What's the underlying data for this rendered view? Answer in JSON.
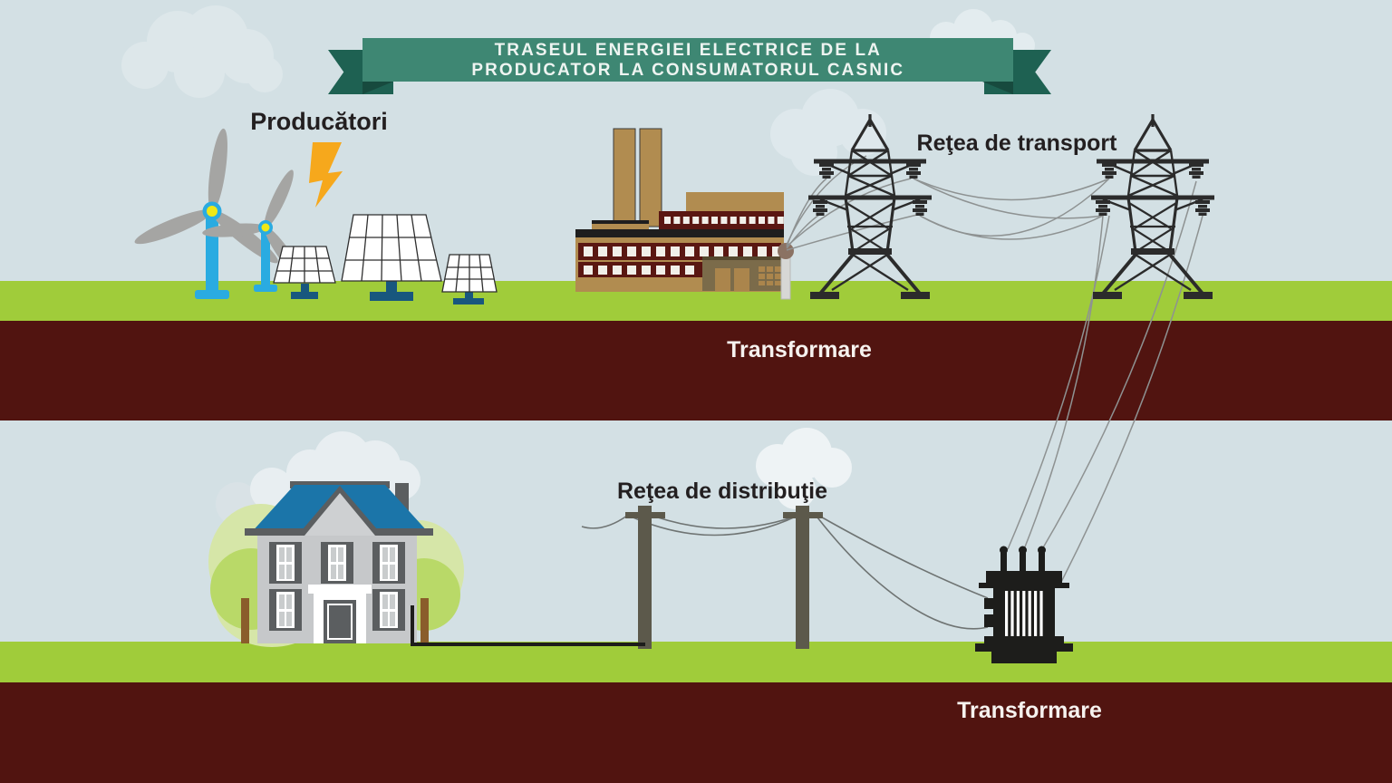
{
  "banner": {
    "line1": "TRASEUL ENERGIEI ELECTRICE DE LA",
    "line2": "PRODUCATOR LA CONSUMATORUL CASNIC",
    "bg_color": "#3e8773",
    "tail_color": "#1e6152"
  },
  "labels": {
    "producers": "Producători",
    "transport": "Reţea de transport",
    "transform_top": "Transformare",
    "distribution": "Reţea de distribuţie",
    "transform_bottom": "Transformare"
  },
  "palette": {
    "sky": "#d3e0e4",
    "grass": "#a0cc3a",
    "ground_band": "#511410",
    "turbine_blue": "#2aabe1",
    "hub_yellow": "#f0e816",
    "blade_gray": "#a5a5a3",
    "panel_stand_blue": "#18577e",
    "lightning_orange": "#f6a81c",
    "factory_tan": "#b18c50",
    "factory_maroon": "#5a1712",
    "annex_brown": "#7b6b4a",
    "house_wall": "#c6c8ca",
    "roof_blue": "#1b75a9",
    "trim_gray": "#5b5e60",
    "tree_green": "#b9d968",
    "bush_green": "#d6e6a8",
    "trunk_brown": "#8a5d2b",
    "pole_gray": "#5c594b",
    "wire_gray": "#8e9292",
    "structure_black": "#1d1d1b",
    "cloud": "#dfe9ec",
    "text_dark": "#231f20",
    "text_light": "#f6f2ef"
  },
  "icons": [
    "cloud-icon",
    "wind-turbine-icon",
    "solar-panel-icon",
    "lightning-icon",
    "power-plant-icon",
    "transmission-tower-icon",
    "power-line-icon",
    "house-icon",
    "tree-icon",
    "utility-pole-icon",
    "transformer-icon"
  ]
}
